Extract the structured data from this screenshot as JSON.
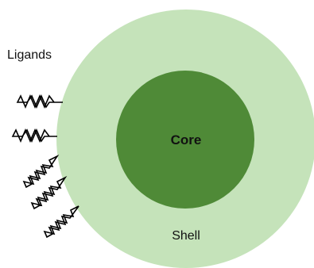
{
  "labels": {
    "ligands": "Ligands",
    "core": "Core",
    "shell": "Shell"
  },
  "colors": {
    "shell_fill": "#c5e3ba",
    "core_fill": "#4f8a37",
    "ligand_stroke": "#000000",
    "background": "#ffffff",
    "text": "#111111"
  }
}
